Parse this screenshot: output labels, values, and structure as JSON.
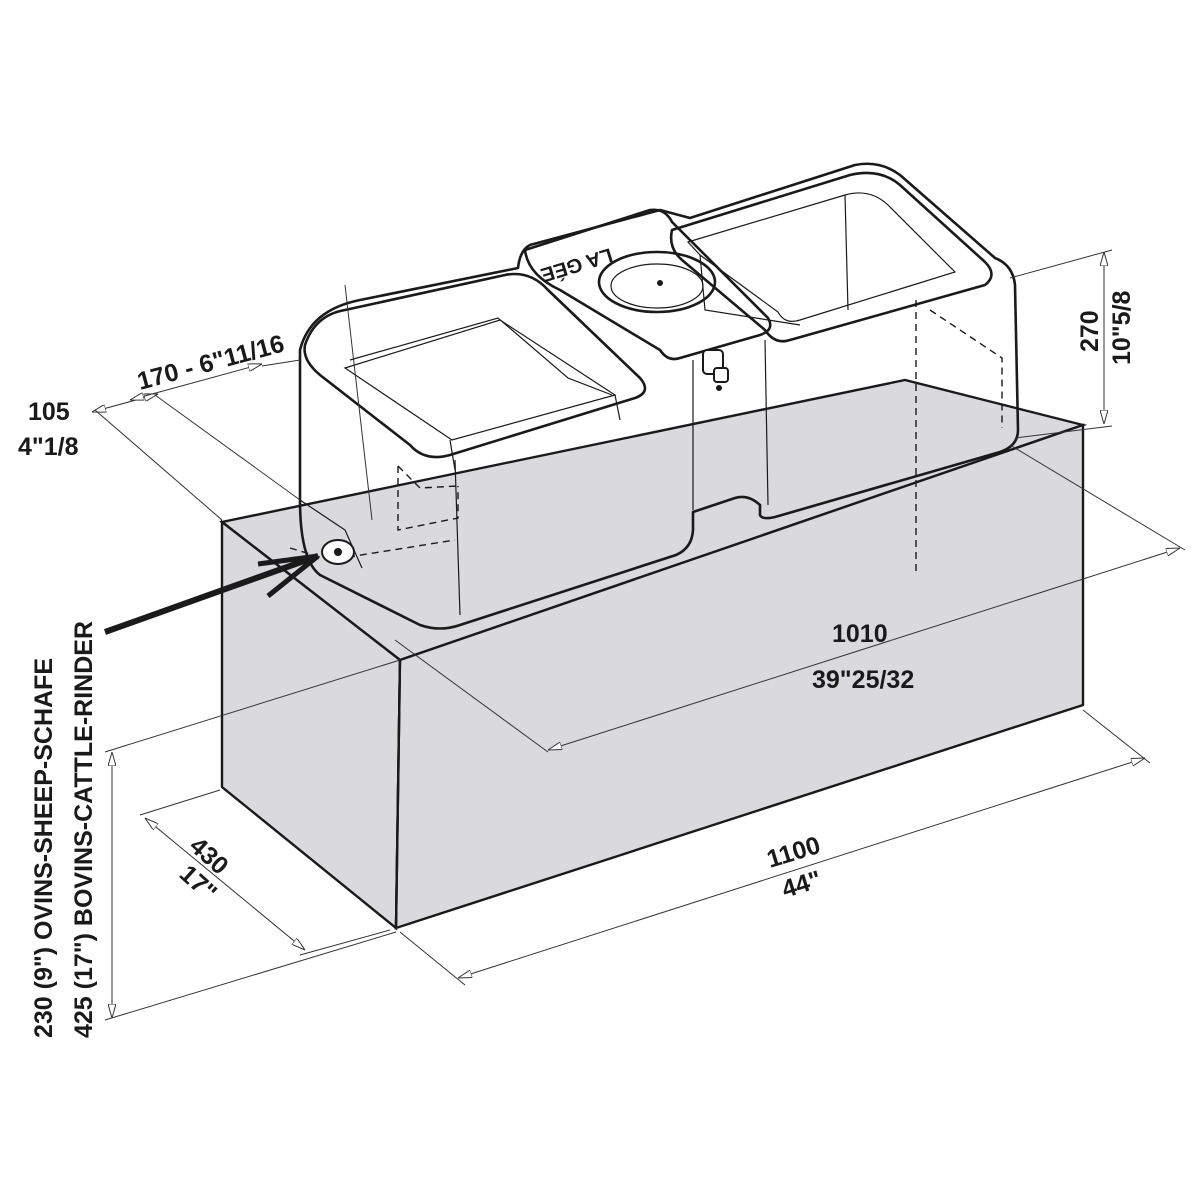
{
  "colors": {
    "base_fill": "#d9d9de",
    "ink": "#1a1a1a",
    "paper": "#ffffff"
  },
  "tank": {
    "logo_text": "LA GÉE"
  },
  "dimensions": {
    "overall_length_mm": "1100",
    "overall_length_in": "44\"",
    "bowl_span_mm": "1010",
    "bowl_span_in": "39\"25/32",
    "depth_mm": "430",
    "depth_in": "17\"",
    "height_mm": "270",
    "height_in": "10\"5/8",
    "offset_mm": "105",
    "offset_in": "4\"1/8",
    "bowl_width": "170 - 6\"11/16"
  },
  "base_heights": {
    "sheep": "230 (9\") OVINS-SHEEP-SCHAFE",
    "cattle": "425 (17\") BOVINS-CATTLE-RINDER"
  }
}
